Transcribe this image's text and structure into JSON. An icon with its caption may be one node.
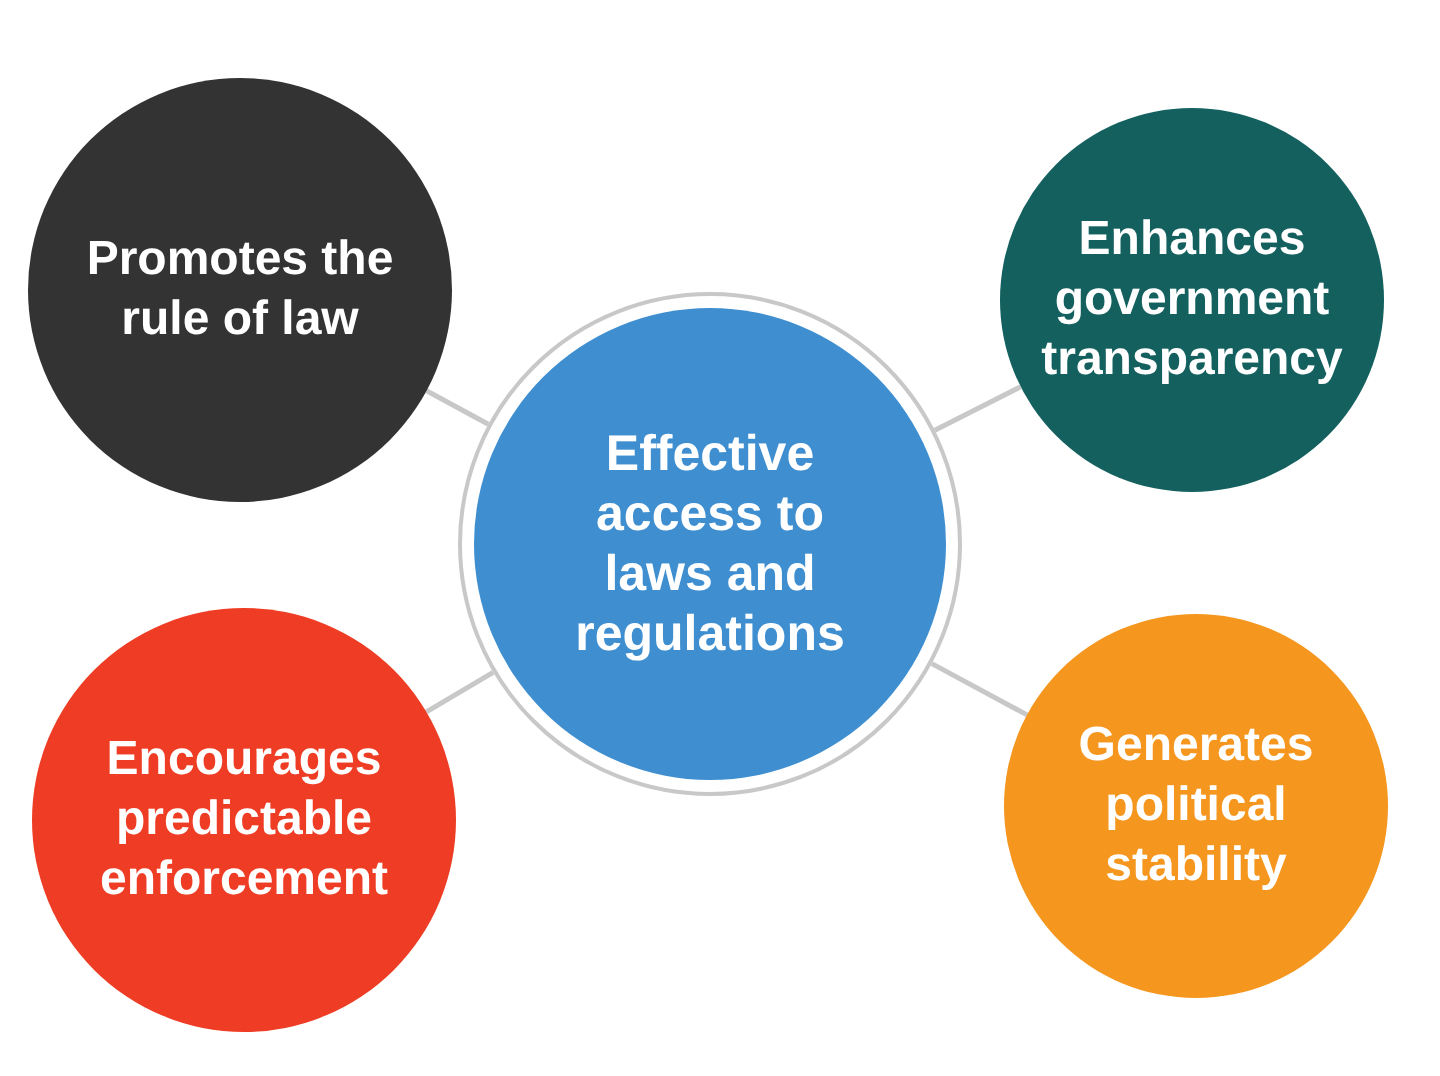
{
  "diagram": {
    "nodes": [
      {
        "text": [
          "Effective access to laws and regulations"
        ]
      },
      {
        "text": [
          "Promotes the rule of law"
        ]
      },
      {
        "text": [
          "Enhances government transparency"
        ]
      },
      {
        "text": [
          "Encourages predictable enforcement"
        ]
      },
      {
        "text": [
          "Generates political stability"
        ]
      }
    ],
    "edges": [
      {
        "from": 0,
        "to": 1,
        "arrow": "none"
      },
      {
        "from": 0,
        "to": 2,
        "arrow": "none"
      },
      {
        "from": 0,
        "to": 3,
        "arrow": "none"
      },
      {
        "from": 0,
        "to": 4,
        "arrow": "none"
      }
    ]
  }
}
